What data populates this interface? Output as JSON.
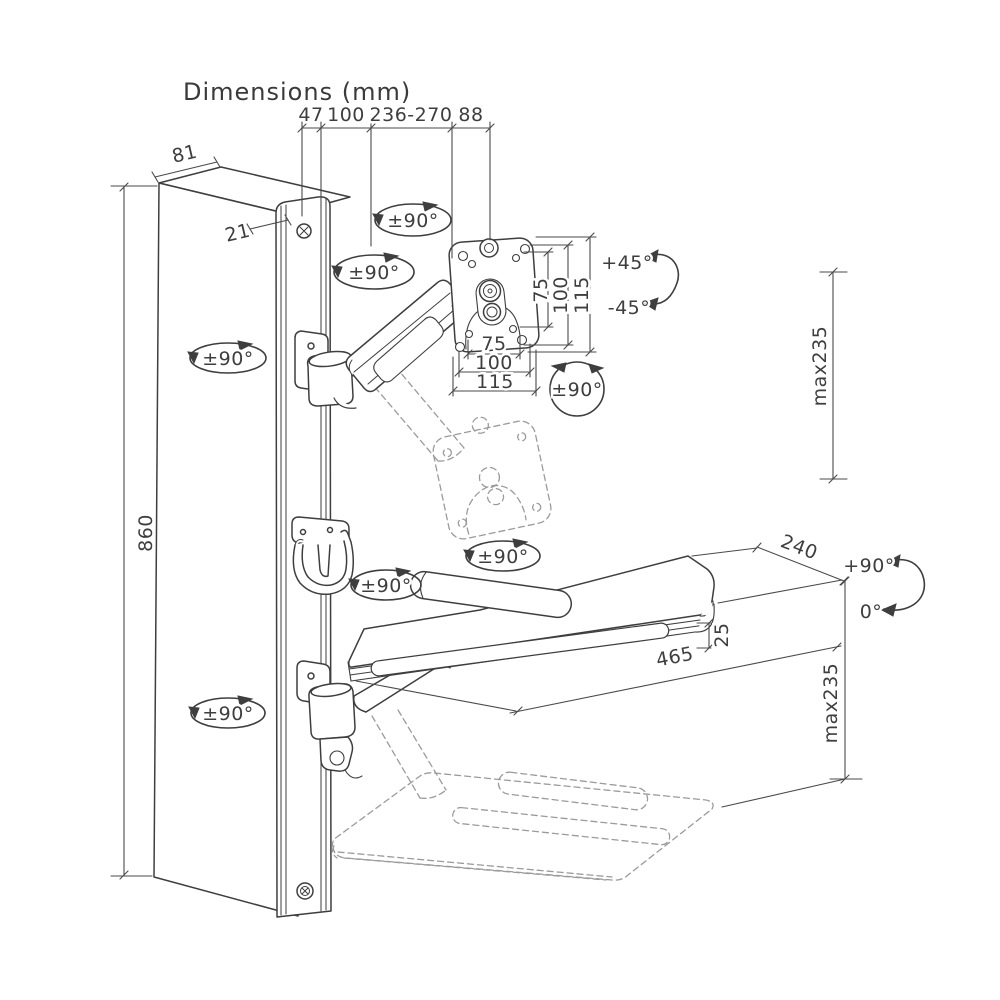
{
  "title": "Dimensions (mm)",
  "dims": {
    "top": [
      "47",
      "100",
      "236-270",
      "88"
    ],
    "panel_depth": "81",
    "rail_offset": "21",
    "panel_height": "860",
    "vesa_side": [
      "75",
      "100",
      "115"
    ],
    "vesa_bottom": [
      "75",
      "100",
      "115"
    ],
    "tilt_up": "+45°",
    "tilt_down": "-45°",
    "monitor_travel": "max235",
    "swivel": "±90°",
    "tray_depth": "240",
    "tray_thickness": "25",
    "tray_width": "465",
    "tray_tilt_up": "+90°",
    "tray_tilt_down": "0°",
    "tray_travel": "max235"
  },
  "colors": {
    "line": "#3e3e3e",
    "ghost": "#9b9b9b",
    "background": "#ffffff"
  }
}
